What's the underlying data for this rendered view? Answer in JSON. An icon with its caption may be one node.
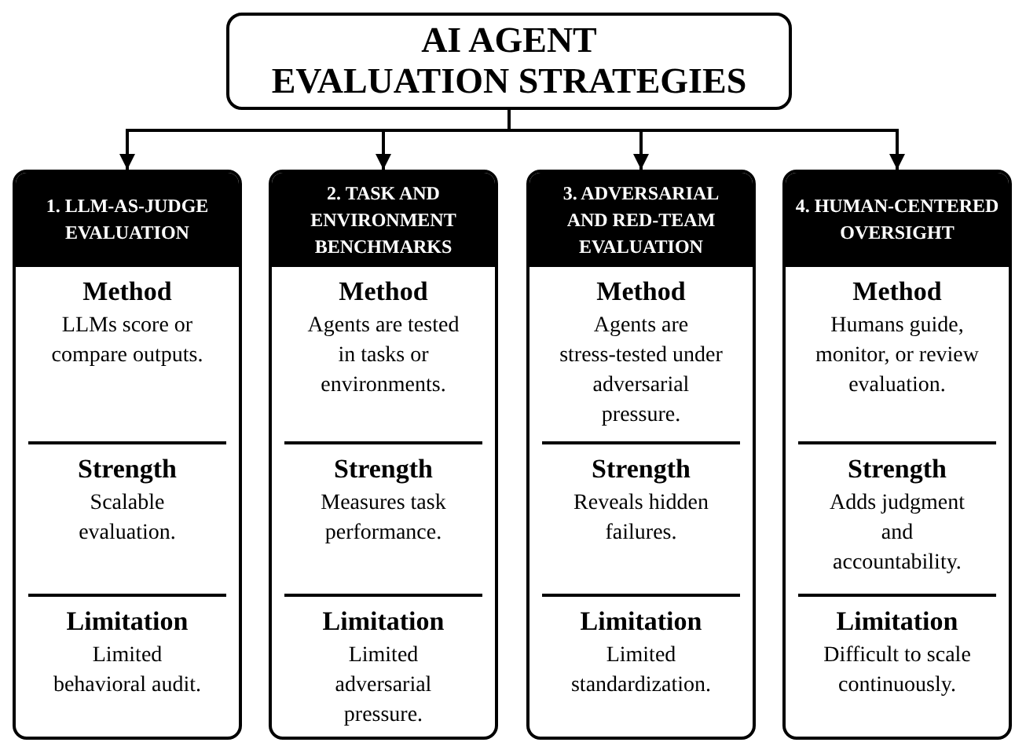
{
  "diagram": {
    "nodes": [
      {
        "text": [
          "AI AGENT EVALUATION STRATEGIES"
        ]
      },
      {
        "text": [
          "1. LLM-AS-JUDGE EVALUATION",
          "Method",
          "LLMs score or compare outputs.",
          "Strength",
          "Scalable evaluation.",
          "Limitation",
          "Limited behavioral audit."
        ]
      },
      {
        "text": [
          "2. TASK AND ENVIRONMENT BENCHMARKS",
          "Method",
          "Agents are tested in tasks or environments.",
          "Strength",
          "Measures task performance.",
          "Limitation",
          "Limited adversarial pressure."
        ]
      },
      {
        "text": [
          "3. ADVERSARIAL AND RED-TEAM EVALUATION",
          "Method",
          "Agents are stress-tested under adversarial pressure.",
          "Strength",
          "Reveals hidden failures.",
          "Limitation",
          "Limited standardization."
        ]
      },
      {
        "text": [
          "4. HUMAN-CENTERED OVERSIGHT",
          "Method",
          "Humans guide, monitor, or review evaluation.",
          "Strength",
          "Adds judgment and accountability.",
          "Limitation",
          "Difficult to scale continuously."
        ]
      }
    ],
    "edges": [
      {
        "from": 0,
        "to": 1,
        "arrow": "to"
      },
      {
        "from": 0,
        "to": 2,
        "arrow": "to"
      },
      {
        "from": 0,
        "to": 3,
        "arrow": "to"
      },
      {
        "from": 0,
        "to": 4,
        "arrow": "to"
      }
    ]
  }
}
